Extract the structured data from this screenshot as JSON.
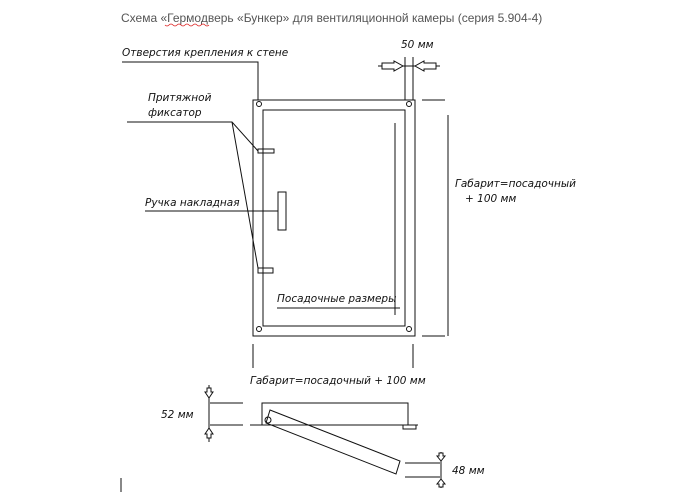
{
  "title": "Схема «Гермодверь «Бункер» для вентиляционной камеры (серия 5.904-4)",
  "labels": {
    "mount_holes": "Отверстия крепления к стене",
    "latch_line1": "Притяжной",
    "latch_line2": "фиксатор",
    "handle": "Ручка накладная",
    "fit_size": "Посадочные размеры",
    "gap_50": "50 мм",
    "overall_right_line1": "Габарит=посадочный",
    "overall_right_line2": "+ 100 мм",
    "overall_bottom": "Габарит=посадочный + 100 мм",
    "dim_52": "52 мм",
    "dim_48": "48 мм"
  }
}
